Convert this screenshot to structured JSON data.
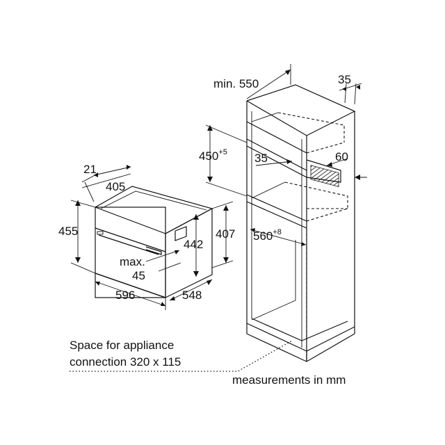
{
  "title": "Built-in oven installation dimensions",
  "appliance": {
    "width": "596",
    "height": "455",
    "depth": "548",
    "inner_height": "442",
    "niche_height": "407",
    "front_offset": "21",
    "top_depth": "405",
    "max_label": "max.",
    "max_value": "45"
  },
  "cabinet": {
    "min_depth": "min. 550",
    "side_gap": "35",
    "niche_height_base": "450",
    "niche_height_tol": "+5",
    "vent_depth": "35",
    "vent_height": "60",
    "niche_width_base": "560",
    "niche_width_tol": "+8"
  },
  "notes": {
    "connection_line1": "Space for appliance",
    "connection_line2": "connection 320 x 115",
    "units": "measurements in mm"
  }
}
